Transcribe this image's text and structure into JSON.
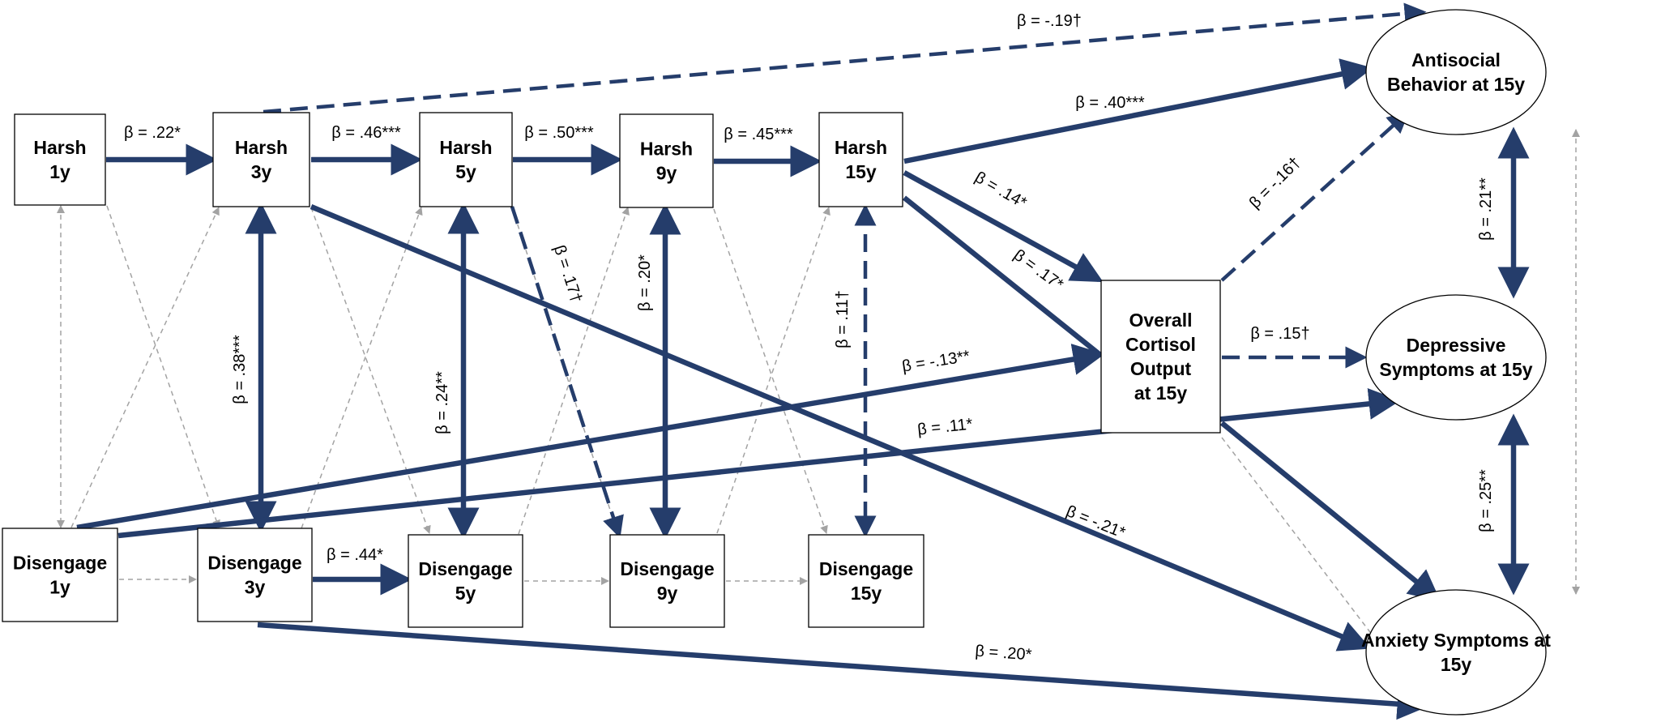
{
  "nodes": {
    "harsh_1y": [
      "Harsh",
      "1y"
    ],
    "harsh_3y": [
      "Harsh",
      "3y"
    ],
    "harsh_5y": [
      "Harsh",
      "5y"
    ],
    "harsh_9y": [
      "Harsh",
      "9y"
    ],
    "harsh_15y": [
      "Harsh",
      "15y"
    ],
    "disengage_1y": [
      "Disengage",
      "1y"
    ],
    "disengage_3y": [
      "Disengage",
      "3y"
    ],
    "disengage_5y": [
      "Disengage",
      "5y"
    ],
    "disengage_9y": [
      "Disengage",
      "9y"
    ],
    "disengage_15y": [
      "Disengage",
      "15y"
    ],
    "cortisol": [
      "Overall",
      "Cortisol",
      "Output",
      "at 15y"
    ],
    "antisocial": [
      "Antisocial",
      "Behavior at 15y"
    ],
    "depressive": [
      "Depressive",
      "Symptoms at 15y"
    ],
    "anxiety": [
      "Anxiety Symptoms at",
      "15y"
    ]
  },
  "paths": [
    {
      "id": "h1-h3",
      "from": "harsh_1y",
      "to": "harsh_3y",
      "style": "solid",
      "label": "β = .22*"
    },
    {
      "id": "h3-h5",
      "from": "harsh_3y",
      "to": "harsh_5y",
      "style": "solid",
      "label": "β = .46***"
    },
    {
      "id": "h5-h9",
      "from": "harsh_5y",
      "to": "harsh_9y",
      "style": "solid",
      "label": "β = .50***"
    },
    {
      "id": "h9-h15",
      "from": "harsh_9y",
      "to": "harsh_15y",
      "style": "solid",
      "label": "β = .45***"
    },
    {
      "id": "h3-antisocial",
      "from": "harsh_3y",
      "to": "antisocial",
      "style": "dashed",
      "label": "β = -.19†"
    },
    {
      "id": "h15-antisocial",
      "from": "harsh_15y",
      "to": "antisocial",
      "style": "solid",
      "label": "β = .40***"
    },
    {
      "id": "h15-cortisol-a",
      "from": "harsh_15y",
      "to": "cortisol",
      "style": "solid",
      "label": "β = .14*"
    },
    {
      "id": "h15-cortisol-b",
      "from": "harsh_15y",
      "to": "cortisol",
      "style": "solid",
      "label": "β = .17*"
    },
    {
      "id": "cortisol-antisocial",
      "from": "cortisol",
      "to": "antisocial",
      "style": "dashed",
      "label": "β = -.16†"
    },
    {
      "id": "cortisol-depressive",
      "from": "cortisol",
      "to": "depressive",
      "style": "dashed",
      "label": "β = .15†"
    },
    {
      "id": "cortisol-anxiety",
      "from": "cortisol",
      "to": "anxiety",
      "style": "solid",
      "label": ""
    },
    {
      "id": "antisocial-depressive",
      "from": "antisocial",
      "to": "depressive",
      "style": "solid-double",
      "label": "β = .21**"
    },
    {
      "id": "depressive-anxiety",
      "from": "depressive",
      "to": "anxiety",
      "style": "solid-double",
      "label": "β = .25**"
    },
    {
      "id": "h3-d3",
      "from": "harsh_3y",
      "to": "disengage_3y",
      "style": "solid-double",
      "label": "β = .38***"
    },
    {
      "id": "h5-d5",
      "from": "harsh_5y",
      "to": "disengage_5y",
      "style": "solid-double",
      "label": "β = .24**"
    },
    {
      "id": "h9-d9",
      "from": "harsh_9y",
      "to": "disengage_9y",
      "style": "solid-double",
      "label": "β = .20*"
    },
    {
      "id": "h15-d15",
      "from": "harsh_15y",
      "to": "disengage_15y",
      "style": "dashed-double",
      "label": "β = .11†"
    },
    {
      "id": "h5-d9",
      "from": "harsh_5y",
      "to": "disengage_9y",
      "style": "dashed",
      "label": "β = .17†"
    },
    {
      "id": "h3-anxiety",
      "from": "harsh_3y",
      "to": "anxiety",
      "style": "solid",
      "label": "β = -.21*"
    },
    {
      "id": "d1-cortisol",
      "from": "disengage_1y",
      "to": "cortisol",
      "style": "solid",
      "label": "β = -.13**"
    },
    {
      "id": "d1-depressive",
      "from": "disengage_1y",
      "to": "depressive",
      "style": "solid",
      "label": "β = .11*"
    },
    {
      "id": "d3-d5",
      "from": "disengage_3y",
      "to": "disengage_5y",
      "style": "solid",
      "label": "β = .44*"
    },
    {
      "id": "d3-anxiety",
      "from": "disengage_3y",
      "to": "anxiety",
      "style": "solid",
      "label": "β = .20*"
    }
  ],
  "nonsignificant_paths": [
    {
      "from": "harsh_1y",
      "to": "disengage_1y"
    },
    {
      "from": "harsh_1y",
      "to": "disengage_3y"
    },
    {
      "from": "disengage_1y",
      "to": "harsh_3y"
    },
    {
      "from": "harsh_3y",
      "to": "disengage_5y"
    },
    {
      "from": "disengage_3y",
      "to": "harsh_5y"
    },
    {
      "from": "harsh_5y",
      "to": "disengage_9y"
    },
    {
      "from": "disengage_5y",
      "to": "harsh_9y"
    },
    {
      "from": "harsh_9y",
      "to": "disengage_15y"
    },
    {
      "from": "disengage_9y",
      "to": "harsh_15y"
    },
    {
      "from": "disengage_1y",
      "to": "disengage_3y"
    },
    {
      "from": "disengage_5y",
      "to": "disengage_9y"
    },
    {
      "from": "disengage_9y",
      "to": "disengage_15y"
    },
    {
      "from": "cortisol",
      "to": "anxiety"
    },
    {
      "from": "antisocial",
      "to": "anxiety"
    }
  ],
  "colors": {
    "significant_path": "#253d6b",
    "nonsignificant_path": "#a3a3a3",
    "node_border": "#000000",
    "node_fill": "#ffffff"
  }
}
